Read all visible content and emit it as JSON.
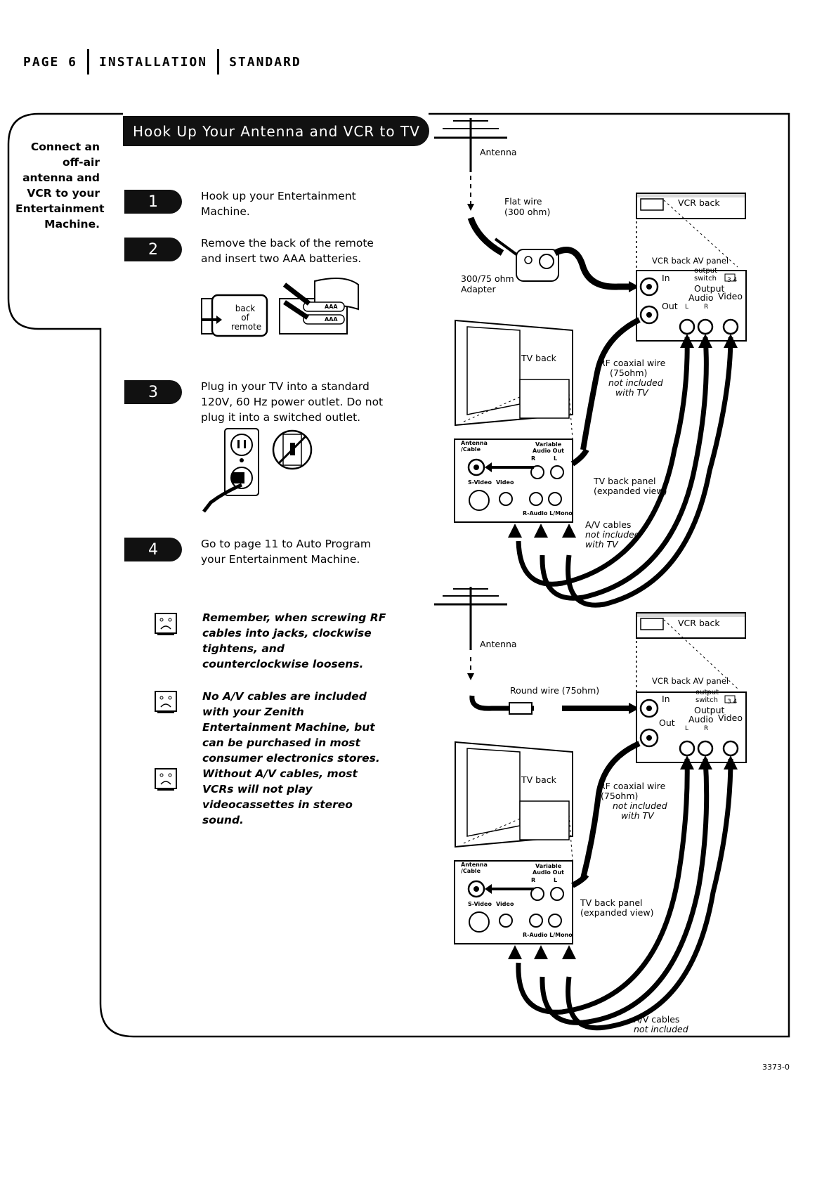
{
  "header": {
    "page_label": "PAGE 6",
    "section": "INSTALLATION",
    "subsection": "STANDARD"
  },
  "title": "Hook Up Your Antenna and VCR to TV",
  "intro": "Connect an off-air antenna and VCR to your Entertainment Machine.",
  "steps": [
    {
      "number": "1",
      "text": "Hook up your Entertainment Machine."
    },
    {
      "number": "2",
      "text": "Remove the back of the remote and insert two AAA batteries."
    },
    {
      "number": "3",
      "text": "Plug in your TV into a standard 120V, 60 Hz power outlet. Do not plug it into a switched outlet."
    },
    {
      "number": "4",
      "text": "Go to page 11 to Auto Program your Entertainment Machine."
    }
  ],
  "remote_label": "back of remote",
  "battery_label": "AAA",
  "notes": [
    {
      "icon": "note-face-icon",
      "text": "Remember, when screwing RF cables into jacks, clockwise tightens, and counterclockwise loosens."
    },
    {
      "icon": "note-face-icon",
      "text": "No A/V cables are included with your Zenith Entertainment Machine, but can be purchased in most consumer electronics stores."
    },
    {
      "icon": "note-face-icon",
      "text": "Without A/V cables, most VCRs will not play videocassettes in stereo sound."
    }
  ],
  "diagram_top": {
    "antenna": "Antenna",
    "flat_wire": "Flat wire",
    "flat_wire_spec": "(300 ohm)",
    "adapter": "300/75 ohm",
    "adapter2": "Adapter",
    "vcr_back": "VCR back",
    "vcr_panel": "VCR back AV panel",
    "in": "In",
    "out": "Out",
    "output_switch": "output",
    "output_switch2": "switch",
    "switch_nums": "3 4",
    "output": "Output",
    "audio": "Audio",
    "video": "Video",
    "l": "L",
    "r": "R",
    "tv_back": "TV back",
    "rf_wire": "RF coaxial wire",
    "rf_spec": "(75ohm)",
    "rf_not": "not included",
    "rf_with": "with TV",
    "tv_panel": "TV back panel",
    "tv_panel2": "(expanded view)",
    "av_cables": "A/V cables",
    "av_not": "not included",
    "av_with": "with TV",
    "p_antenna": "Antenna",
    "p_cable": "/Cable",
    "p_variable": "Variable",
    "p_audio_out": "Audio Out",
    "p_svideo": "S-Video",
    "p_video": "Video",
    "p_raudio": "R-Audio L/Mono",
    "p_r": "R",
    "p_l": "L"
  },
  "diagram_bottom": {
    "antenna": "Antenna",
    "round_wire": "Round wire (75ohm)",
    "vcr_back": "VCR back",
    "vcr_panel": "VCR back AV panel",
    "in": "In",
    "out": "Out",
    "output_switch": "output",
    "output_switch2": "switch",
    "switch_nums": "3 4",
    "output": "Output",
    "audio": "Audio",
    "video": "Video",
    "l": "L",
    "r": "R",
    "tv_back": "TV back",
    "rf_wire": "RF coaxial wire",
    "rf_spec": "(75ohm)",
    "rf_not": "not included",
    "rf_with": "with TV",
    "tv_panel": "TV back panel",
    "tv_panel2": "(expanded view)",
    "av_cables": "A/V cables",
    "av_not": "not included",
    "p_antenna": "Antenna",
    "p_cable": "/Cable",
    "p_variable": "Variable",
    "p_audio_out": "Audio Out",
    "p_svideo": "S-Video",
    "p_video": "Video",
    "p_raudio": "R-Audio L/Mono",
    "p_r": "R",
    "p_l": "L"
  },
  "doc_code": "3373-0"
}
